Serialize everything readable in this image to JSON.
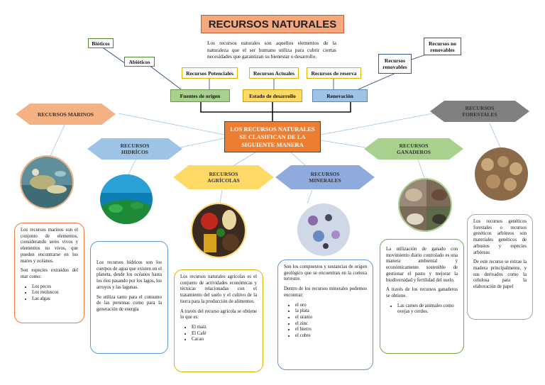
{
  "title": "RECURSOS NATURALES",
  "intro": "Los recursos naturales son aquellos elementos de la naturaleza que el ser humano utiliza para cubrir ciertas necesidades que garantizan su bienestar o desarrollo.",
  "center": "LOS RECURSOS NATURALES SE CLASIFICAN DE LA SIGUIENTE MANERA",
  "classification": {
    "origen": {
      "label": "Fuentes de origen",
      "sub": [
        "Bióticos",
        "Abióticos"
      ]
    },
    "desarrollo": {
      "label": "Estado de desarrollo",
      "sub": [
        "Recursos Potenciales",
        "Recursos Actuales",
        "Recursos de reserva"
      ]
    },
    "renovacion": {
      "label": "Renovación",
      "sub": [
        "Recursos renovables",
        "Recursos no renovables"
      ]
    }
  },
  "resources": {
    "marinos": {
      "label": "RECURSOS MARINOS",
      "p1": "Los recursos marinos son el conjunto de elementos, considerando seres vivos y elementos no vivos, que pueden encontrarse en los mares y océanos.",
      "p2": "Son especies extraídos del mar como:",
      "list": [
        "Los peces",
        "Los moluscos",
        "Las algas"
      ]
    },
    "hidricos": {
      "label": "RECURSOS HIDRÍCOS",
      "p1": "Los recursos hídricos son los cuerpos de agua que existen en el planeta, desde los océanos hasta los ríos pasando por los lagos, los arroyos y las lagunas.",
      "p2": "Se utiliza tanto para el consumo de las personas como para la generación de energía"
    },
    "agricolas": {
      "label": "RECURSOS AGRÍCOLAS",
      "p1": "Los recursos naturales agrícolas es el conjunto de actividades económicas y técnicas relacionadas con el tratamiento del suelo y el cultivo de la tierra para la producción de alimentos.",
      "p2": "A través del recurso agrícola se obtiene lo que es:",
      "list": [
        "El maíz",
        "El Café",
        "Cacao"
      ]
    },
    "minerales": {
      "label": "RECURSOS MINERALES",
      "p1": "Son los compuestos y sustancias de origen geológico que se encuentran en la corteza terrestre.",
      "p2": "Dentro de los recursos minerales podemos encontrar:",
      "list": [
        "el oro",
        "la plata",
        "el uranio",
        "el zinc",
        "el hierro",
        "el cobre"
      ]
    },
    "ganaderos": {
      "label": "RECURSOS GANADEROS",
      "p1": "La utilización de ganado con movimiento diario controlado es una manera ambiental y económicamente sostenible de gestionar el pasto y mejorar la biodiversidad y fertilidad del suelo.",
      "p2": "A través de los recursos ganaderos se obtiene.",
      "list": [
        "Las carnes de animales como ovejas y cerdos."
      ]
    },
    "forestales": {
      "label": "RECURSOS FORESTALES",
      "p1": "Los recursos genéticos forestales o recursos genéticos arbóreos son materiales genéticos de arbustos y especies arbóreas",
      "p2": "De este recurso se extrae la madera principalmente, y sus derivados como la celulosa para la elaboración de papel"
    }
  },
  "colors": {
    "title_fill": "#f5a77e",
    "center_fill": "#ed7d31",
    "green": "#a9d18e",
    "yellow": "#ffd966",
    "blue": "#9dc3e6",
    "gray": "#808080",
    "salmon": "#f4b183"
  }
}
